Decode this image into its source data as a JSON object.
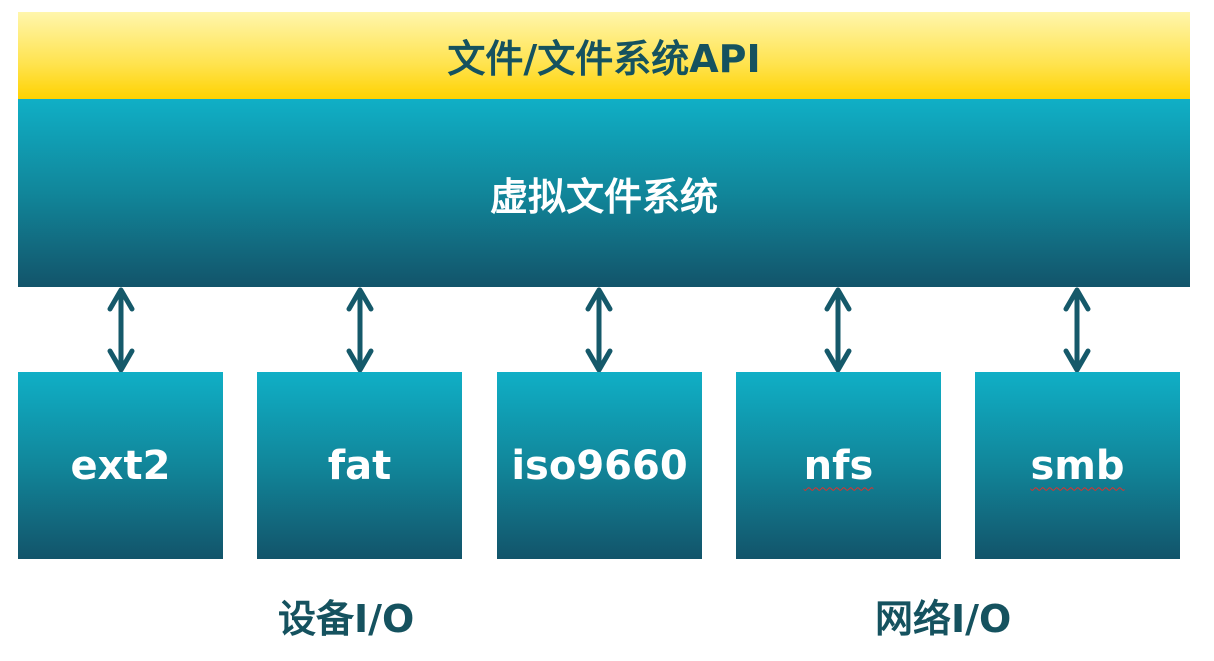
{
  "api_layer": {
    "label": "文件/文件系统API"
  },
  "vfs_layer": {
    "label": "虚拟文件系统"
  },
  "filesystems": [
    {
      "label": "ext2"
    },
    {
      "label": "fat"
    },
    {
      "label": "iso9660"
    },
    {
      "label": "nfs"
    },
    {
      "label": "smb"
    }
  ],
  "groups": {
    "device_io": "设备I/O",
    "network_io": "网络I/O"
  },
  "colors": {
    "text_dark": "#15525F",
    "teal_top": "#10AFC6",
    "teal_bottom": "#12546A",
    "yellow_bottom": "#FFD200"
  }
}
